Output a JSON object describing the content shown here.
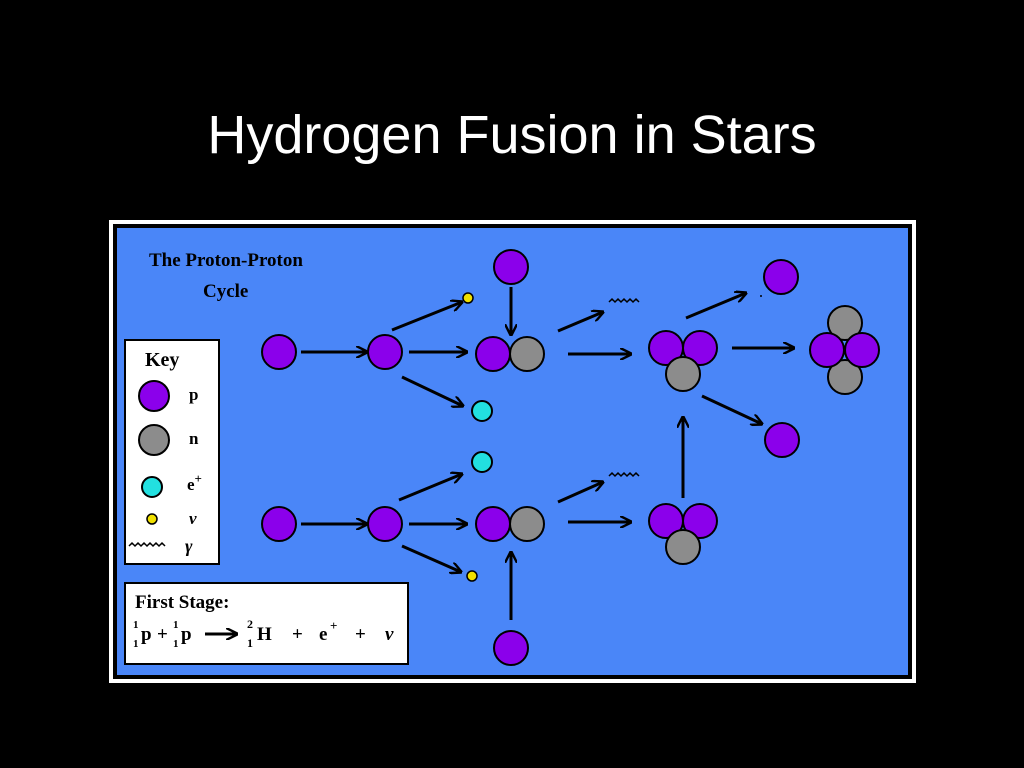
{
  "slide": {
    "title": "Hydrogen Fusion in Stars"
  },
  "diagram": {
    "heading_line1": "The Proton-Proton",
    "heading_line2": "Cycle",
    "colors": {
      "background": "#4A86F8",
      "proton": "#8B00EB",
      "neutron": "#8C8C8C",
      "positron": "#22E0E0",
      "neutrino": "#F0E000",
      "arrow": "#000000"
    },
    "key": {
      "title": "Key",
      "items": [
        {
          "symbol": "proton-icon",
          "label": "p"
        },
        {
          "symbol": "neutron-icon",
          "label": "n"
        },
        {
          "symbol": "positron-icon",
          "label": "e+"
        },
        {
          "symbol": "neutrino-icon",
          "label": "ν"
        },
        {
          "symbol": "gamma-icon",
          "label": "γ"
        }
      ]
    },
    "first_stage": {
      "title": "First Stage:",
      "reactant_mass": "1",
      "reactant_charge": "1",
      "proton": "p",
      "plus": "+",
      "product_mass": "2",
      "product_charge": "1",
      "product": "H",
      "positron": "e",
      "positron_sign": "+",
      "neutrino": "ν"
    }
  }
}
